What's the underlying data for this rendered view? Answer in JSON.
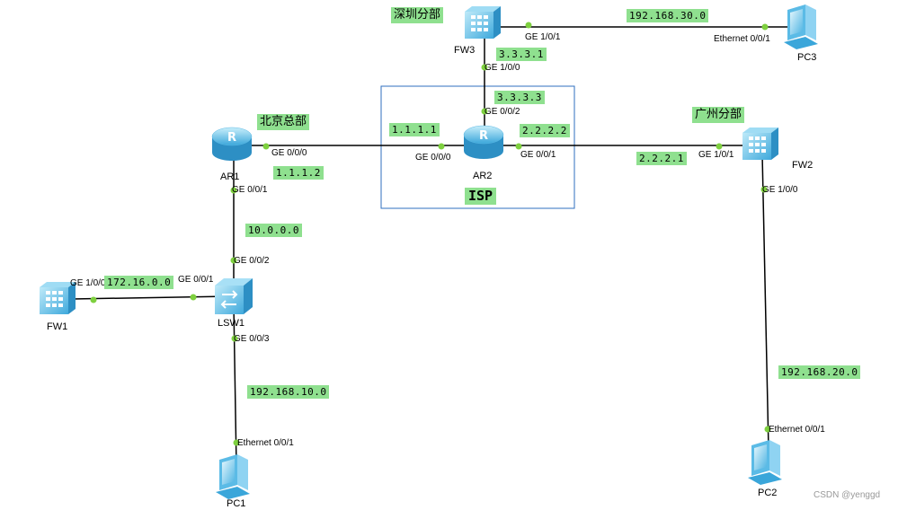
{
  "sites": {
    "shenzhen": "深圳分部",
    "beijing": "北京总部",
    "guangzhou": "广州分部",
    "isp": "ISP"
  },
  "devices": {
    "fw3": "FW3",
    "pc3": "PC3",
    "ar1": "AR1",
    "ar2": "AR2",
    "fw2": "FW2",
    "fw1": "FW1",
    "lsw1": "LSW1",
    "pc1": "PC1",
    "pc2": "PC2"
  },
  "ports": {
    "fw3_ge101": "GE 1/0/1",
    "fw3_ge100": "GE 1/0/0",
    "pc3_eth": "Ethernet 0/0/1",
    "ar2_ge002": "GE 0/0/2",
    "ar2_ge000": "GE 0/0/0",
    "ar2_ge001": "GE 0/0/1",
    "ar1_ge000": "GE 0/0/0",
    "ar1_ge001": "GE 0/0/1",
    "fw2_ge101": "GE 1/0/1",
    "fw2_ge100": "GE 1/0/0",
    "lsw1_ge002": "GE 0/0/2",
    "lsw1_ge001": "GE 0/0/1",
    "lsw1_ge003": "GE 0/0/3",
    "fw1_ge100": "GE 1/0/0",
    "pc1_eth": "Ethernet 0/0/1",
    "pc2_eth": "Ethernet 0/0/1"
  },
  "networks": {
    "n192_30": "192.168.30.0",
    "fw3_ip": "3.3.3.1",
    "ar2_ip3": "3.3.3.3",
    "ar2_ip1": "1.1.1.1",
    "ar2_ip2": "2.2.2.2",
    "ar1_ip": "1.1.1.2",
    "fw2_ip": "2.2.2.1",
    "n10": "10.0.0.0",
    "n172": "172.16.0.0",
    "n192_10": "192.168.10.0",
    "n192_20": "192.168.20.0"
  },
  "watermark": "CSDN @yenggd",
  "colors": {
    "label_bg": "#8fe08f",
    "link": "#000000",
    "port_dot": "#7ed03f",
    "isp_box": "#2f6fbf",
    "device_blue": "#6cc6ec"
  }
}
